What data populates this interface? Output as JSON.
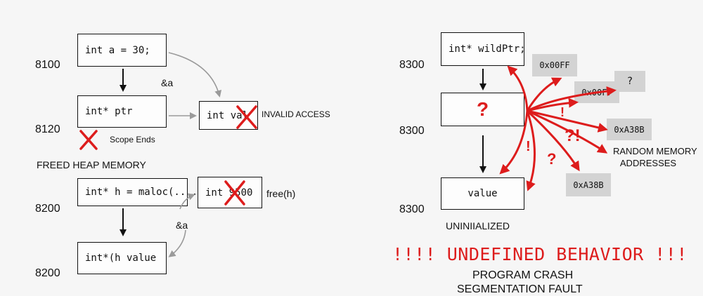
{
  "left": {
    "addresses": [
      "8100",
      "8120",
      "8200",
      "8200"
    ],
    "box_int_a": "int a = 30;",
    "box_ptr": "int* ptr",
    "box_invalid": "int val",
    "box_h": "int* h = maloc(....)",
    "box_9500": "int 9500",
    "box_h_value": "int*(h value",
    "label_ref_a_1": "&a",
    "label_ref_a_2": "&a",
    "label_invalid_access": "INVALID ACCESS",
    "label_scope_ends": "Scope Ends",
    "label_freed_heap": "FREED HEAP MEMORY",
    "label_free_h": "free(h)"
  },
  "right": {
    "addresses": [
      "8300",
      "8300",
      "8300"
    ],
    "box_wildptr": "int* wildPtr;",
    "box_unknown": "?",
    "box_value": "value",
    "label_uninitialized": "UNINIIALIZED",
    "tags": [
      "0x00FF",
      "0x00F7",
      "?",
      "0xA38B",
      "0xA38B"
    ],
    "marks": [
      "!",
      "!",
      "?!",
      "?"
    ],
    "label_random": [
      "RANDOM MEMORY",
      "ADDRESSES"
    ]
  },
  "bottom": {
    "undefined_behavior": "!!!! UNDEFINED BEHAVIOR !!!",
    "program_crash": "PROGRAM CRASH",
    "segfault": "SEGMENTATION FAULT"
  },
  "colors": {
    "red": "#dd1c1c",
    "gray_arrow": "#9a9a9a",
    "tag_bg": "#d3d3d3"
  }
}
